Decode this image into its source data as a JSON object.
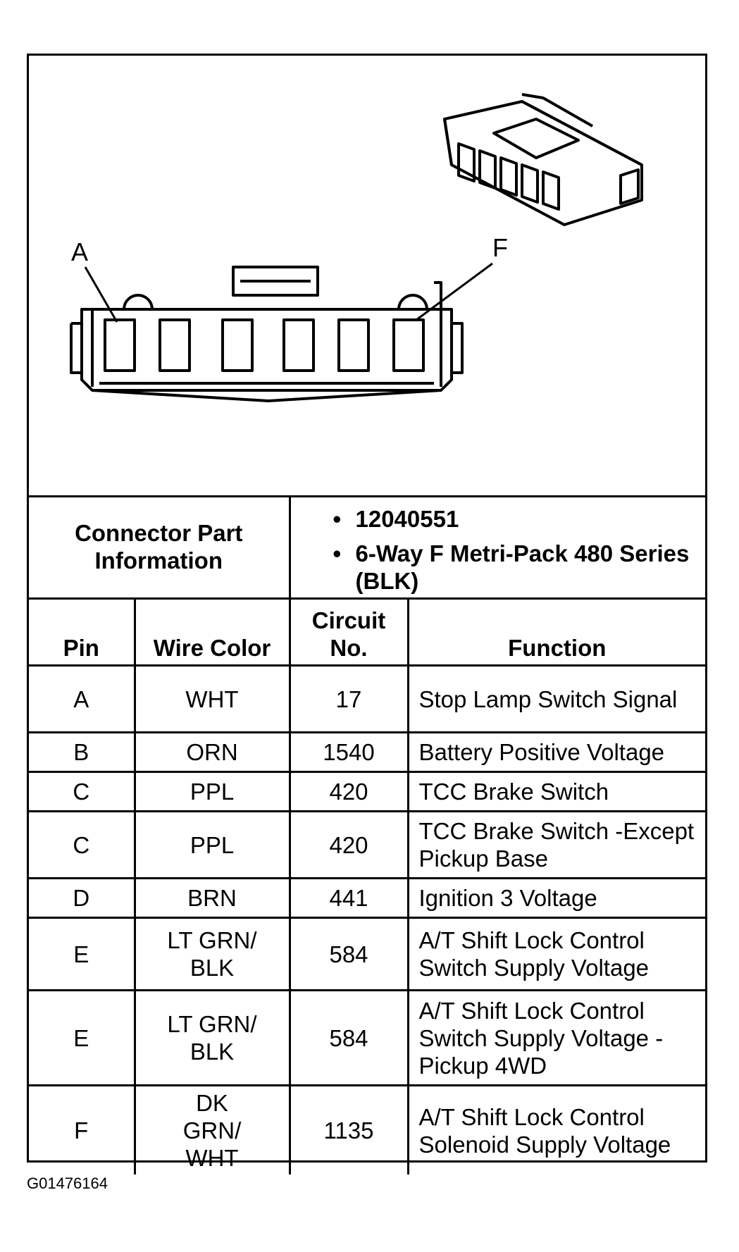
{
  "figure": {
    "label_a": "A",
    "label_f": "F"
  },
  "connector_info": {
    "label": "Connector Part Information",
    "items": [
      "12040551",
      "6-Way F Metri-Pack 480 Series (BLK)"
    ]
  },
  "headers": {
    "pin": "Pin",
    "wire_color": "Wire Color",
    "circuit": "Circuit No.",
    "function": "Function"
  },
  "rows": [
    {
      "pin": "A",
      "color": "WHT",
      "circuit": "17",
      "function": "Stop Lamp Switch Signal"
    },
    {
      "pin": "B",
      "color": "ORN",
      "circuit": "1540",
      "function": "Battery Positive Voltage"
    },
    {
      "pin": "C",
      "color": "PPL",
      "circuit": "420",
      "function": "TCC Brake Switch"
    },
    {
      "pin": "C",
      "color": "PPL",
      "circuit": "420",
      "function": "TCC Brake Switch -Except Pickup Base"
    },
    {
      "pin": "D",
      "color": "BRN",
      "circuit": "441",
      "function": "Ignition 3 Voltage"
    },
    {
      "pin": "E",
      "color": "LT GRN/ BLK",
      "circuit": "584",
      "function": "A/T Shift Lock Control Switch Supply Voltage"
    },
    {
      "pin": "E",
      "color": "LT GRN/ BLK",
      "circuit": "584",
      "function": "A/T Shift Lock Control Switch Supply Voltage - Pickup 4WD"
    },
    {
      "pin": "F",
      "color": "DK GRN/ WHT",
      "circuit": "1135",
      "function": "A/T Shift Lock Control Solenoid Supply Voltage"
    }
  ],
  "figure_id": "G01476164"
}
